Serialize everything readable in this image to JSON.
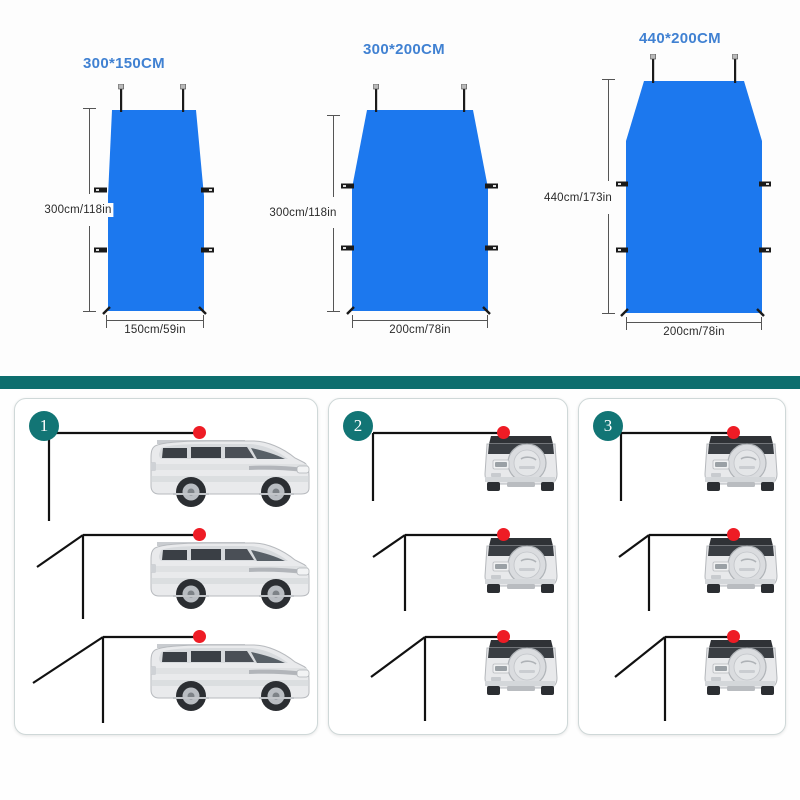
{
  "sizes": [
    {
      "title": "300*150CM",
      "height_label": "300cm/118in",
      "width_label": "150cm/59in"
    },
    {
      "title": "300*200CM",
      "height_label": "300cm/118in",
      "width_label": "200cm/78in"
    },
    {
      "title": "440*200CM",
      "height_label": "440cm/173in",
      "width_label": "200cm/78in"
    }
  ],
  "usage": {
    "panels": [
      {
        "number": "1",
        "view": "side"
      },
      {
        "number": "2",
        "view": "rear"
      },
      {
        "number": "3",
        "view": "rear"
      }
    ],
    "rows": [
      {
        "config": "flat-straight"
      },
      {
        "config": "one-angled-leg"
      },
      {
        "config": "long-angled-leg"
      }
    ]
  },
  "colors": {
    "tarp_blue": "#1c78ee",
    "title_blue": "#4081d2",
    "teal": "#0d6e6e",
    "badge_teal": "#127575",
    "red_dot": "#ee1c25",
    "dimension_gray": "#555555",
    "panel_border": "#cfd8d8",
    "background": "#fefefe"
  },
  "icons": {
    "pole": "pole-icon",
    "grommet": "grommet-icon",
    "corner_clip": "corner-clip-icon",
    "mount_point": "roof-mount-point-icon"
  }
}
